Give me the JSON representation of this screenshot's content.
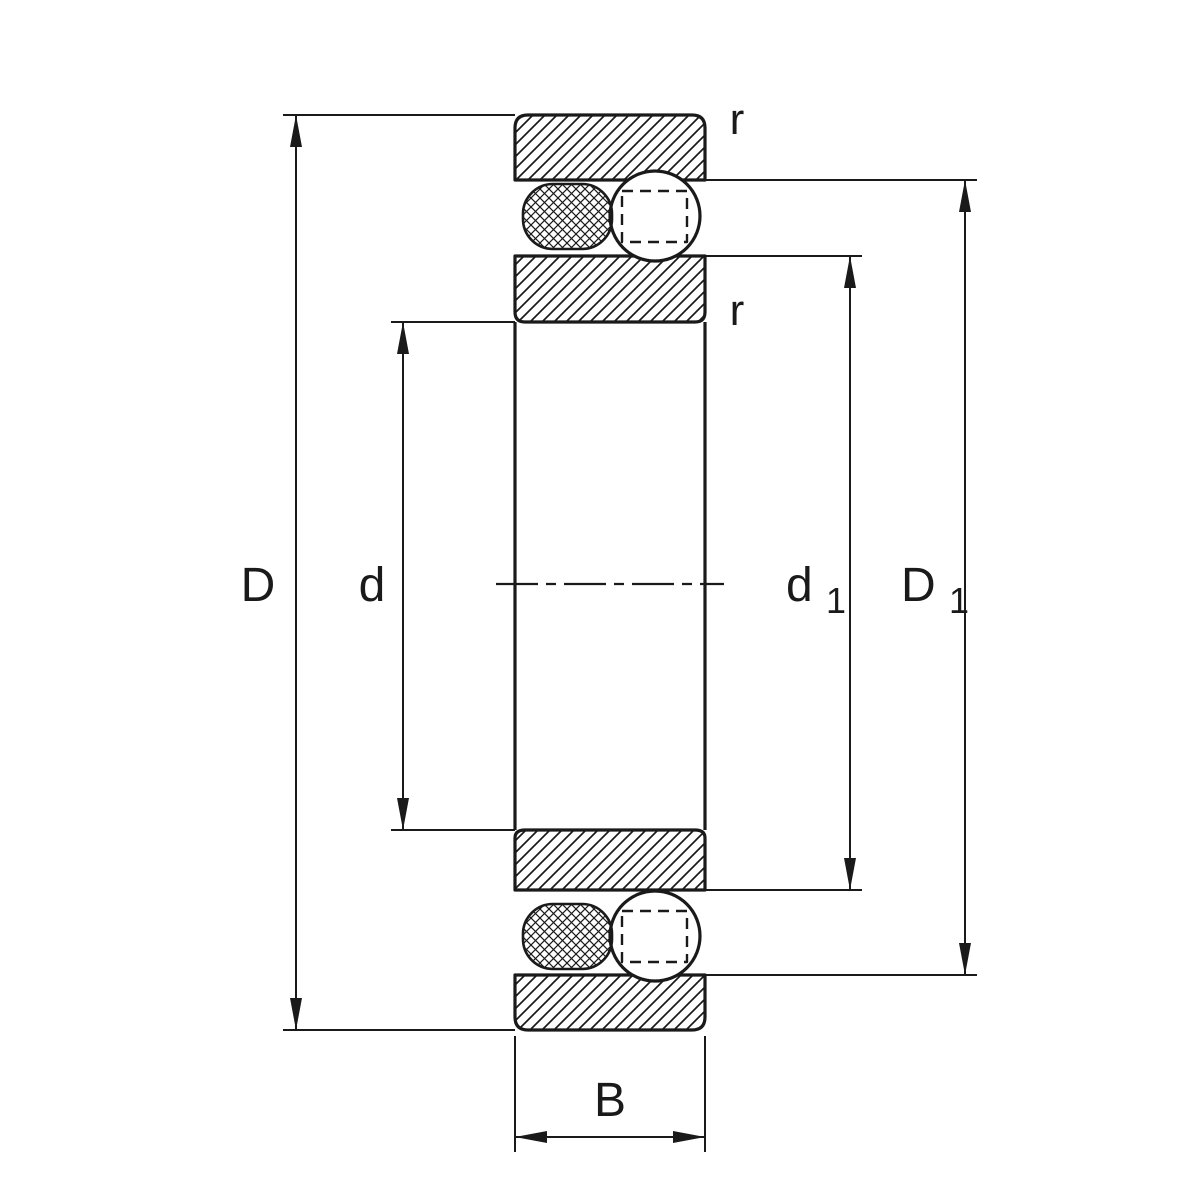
{
  "diagram": {
    "type": "technical-dimension-drawing",
    "subject": "Double-row self-aligning ball bearing cross-section with boundary dimensions",
    "colors": {
      "line": "#1a1a1a",
      "background": "#ffffff"
    },
    "labels": {
      "outer_diameter": "D",
      "bore_diameter": "d",
      "inner_shoulder_base": "d",
      "inner_shoulder_sub": "1",
      "outer_shoulder_base": "D",
      "outer_shoulder_sub": "1",
      "width": "B",
      "chamfer_radius_top": "r",
      "chamfer_radius_bottom": "r"
    }
  }
}
